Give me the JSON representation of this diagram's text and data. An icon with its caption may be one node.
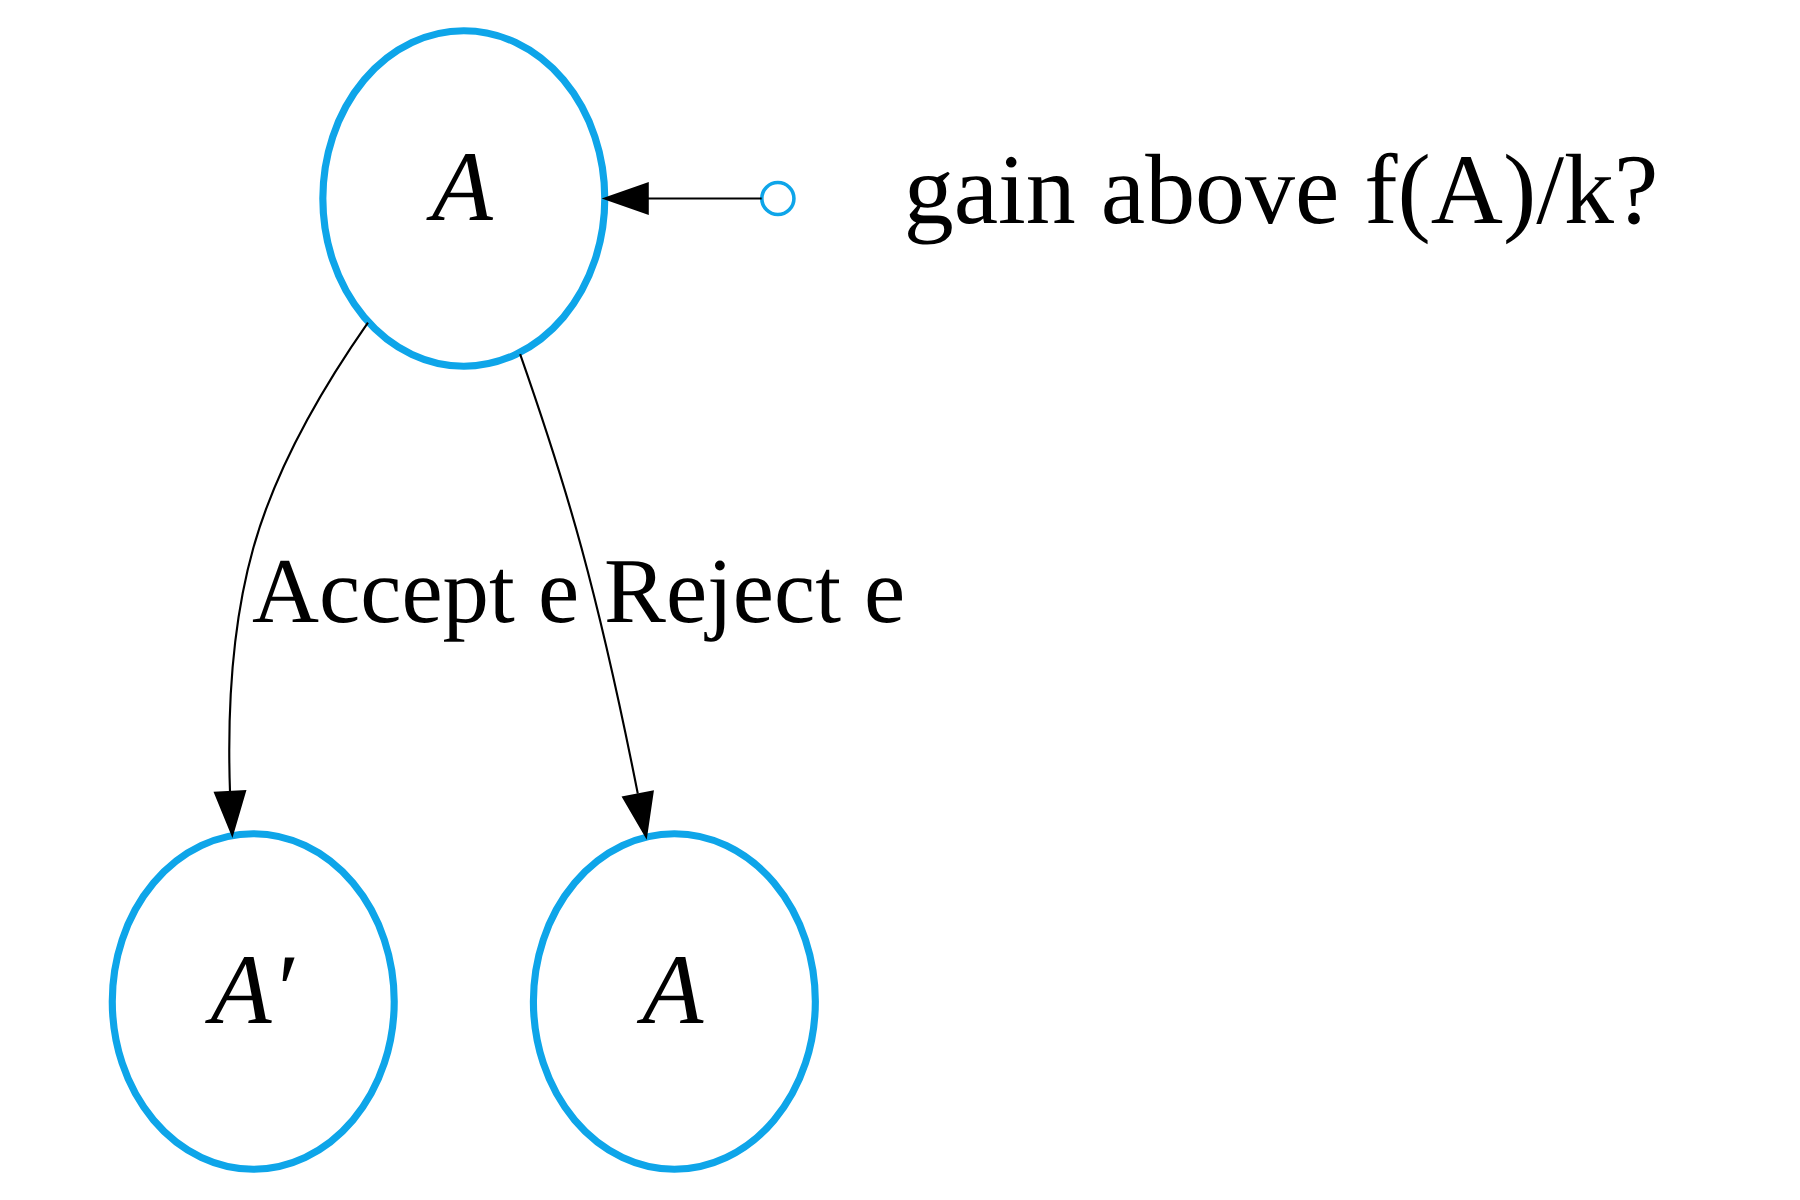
{
  "diagram": {
    "nodes": [
      {
        "text": [
          "A"
        ]
      },
      {
        "text": [
          "A′"
        ]
      },
      {
        "text": [
          "A"
        ]
      },
      {
        "text": [],
        "shape": "circle"
      }
    ],
    "edges": [
      {
        "from": 0,
        "to": 1,
        "arrow": "to",
        "label": "Accept e"
      },
      {
        "from": 0,
        "to": 2,
        "arrow": "to",
        "label": "Reject e"
      },
      {
        "from": 3,
        "to": 0,
        "arrow": "to"
      }
    ],
    "labels": [
      "gain above f(A)/k?"
    ]
  }
}
